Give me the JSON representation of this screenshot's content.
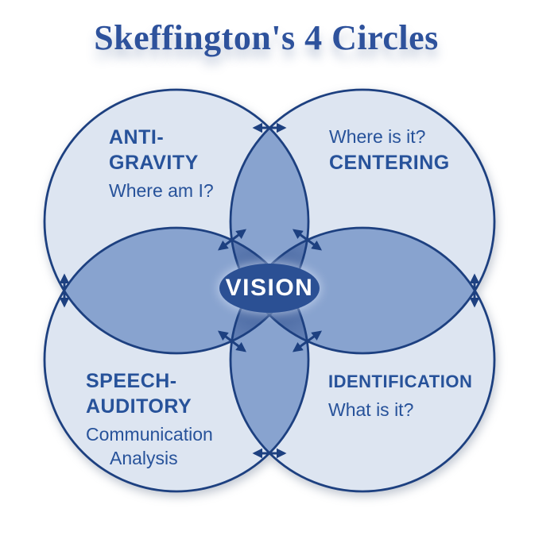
{
  "title": "Skeffington's 4 Circles",
  "center": {
    "label": "VISION"
  },
  "quadrants": {
    "anti_gravity": {
      "heading_line1": "ANTI-",
      "heading_line2": "GRAVITY",
      "question": "Where am I?"
    },
    "centering": {
      "question": "Where is it?",
      "heading_line1": "CENTERING"
    },
    "speech_auditory": {
      "heading_line1": "SPEECH-",
      "heading_line2": "AUDITORY",
      "sub_line1": "Communication",
      "sub_line2": "Analysis"
    },
    "identification": {
      "heading_line1": "IDENTIFICATION",
      "question": "What is it?"
    }
  },
  "colors": {
    "circle_fill": "#dde5f1",
    "overlap2_fill": "#88a3cf",
    "overlap3_fill": "#7591c4",
    "overlap4_fill": "#6d87be",
    "glow": "#1c3e7d",
    "outline": "#1d4080",
    "arrow": "#1d4080",
    "text": "#27529a",
    "title_text": "#2e529c",
    "vision_fill": "#2b5094",
    "vision_text": "#ffffff"
  }
}
